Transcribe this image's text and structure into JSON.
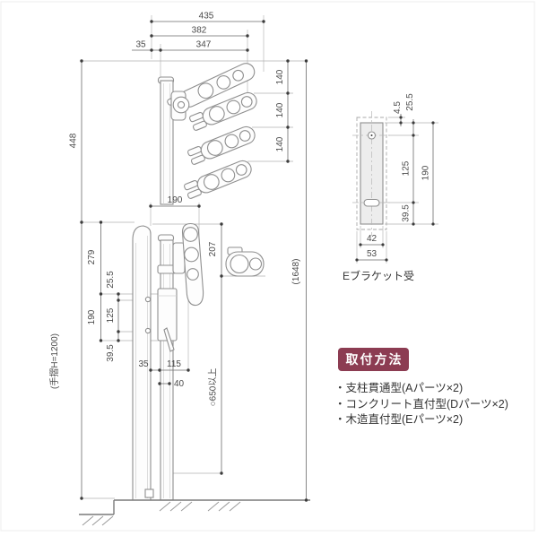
{
  "colors": {
    "header_bg": "#8c3c52",
    "header_text": "#ffffff"
  },
  "top_view": {
    "dim_435": "435",
    "dim_382": "382",
    "dim_347": "347",
    "dim_35": "35",
    "dim_140_1": "140",
    "dim_140_2": "140",
    "dim_140_3": "140",
    "dim_190": "190"
  },
  "side_view": {
    "dim_448": "448",
    "dim_279": "279",
    "dim_25_5": "25.5",
    "dim_190": "190",
    "dim_125": "125",
    "dim_39_5": "39.5",
    "dim_35": "35",
    "dim_115": "115",
    "dim_40": "40",
    "dim_207": "207",
    "dim_total": "(1648)",
    "dim_handrail": "(手摺H=1200)",
    "dim_clearance": "○650以上"
  },
  "bracket_view": {
    "caption": "Eブラケット受",
    "dim_4_5": "4.5",
    "dim_25_5": "25.5",
    "dim_125": "125",
    "dim_190": "190",
    "dim_39_5": "39.5",
    "dim_42": "42",
    "dim_53": "53"
  },
  "install_info": {
    "header": "取付方法",
    "items": [
      "・支柱貫通型(Aパーツ×2)",
      "・コンクリート直付型(Dパーツ×2)",
      "・木造直付型(Eパーツ×2)"
    ]
  }
}
